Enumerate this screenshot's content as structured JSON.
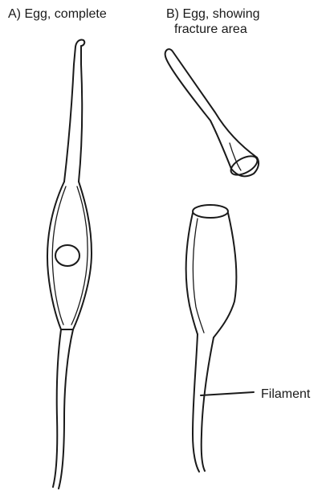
{
  "labels": {
    "egg_complete": "A) Egg, complete",
    "egg_fracture_line1": "B) Egg, showing",
    "egg_fracture_line2": "fracture area",
    "filament": "Filament"
  },
  "colors": {
    "ink": "#1a1a1a",
    "paper": "#ffffff"
  }
}
